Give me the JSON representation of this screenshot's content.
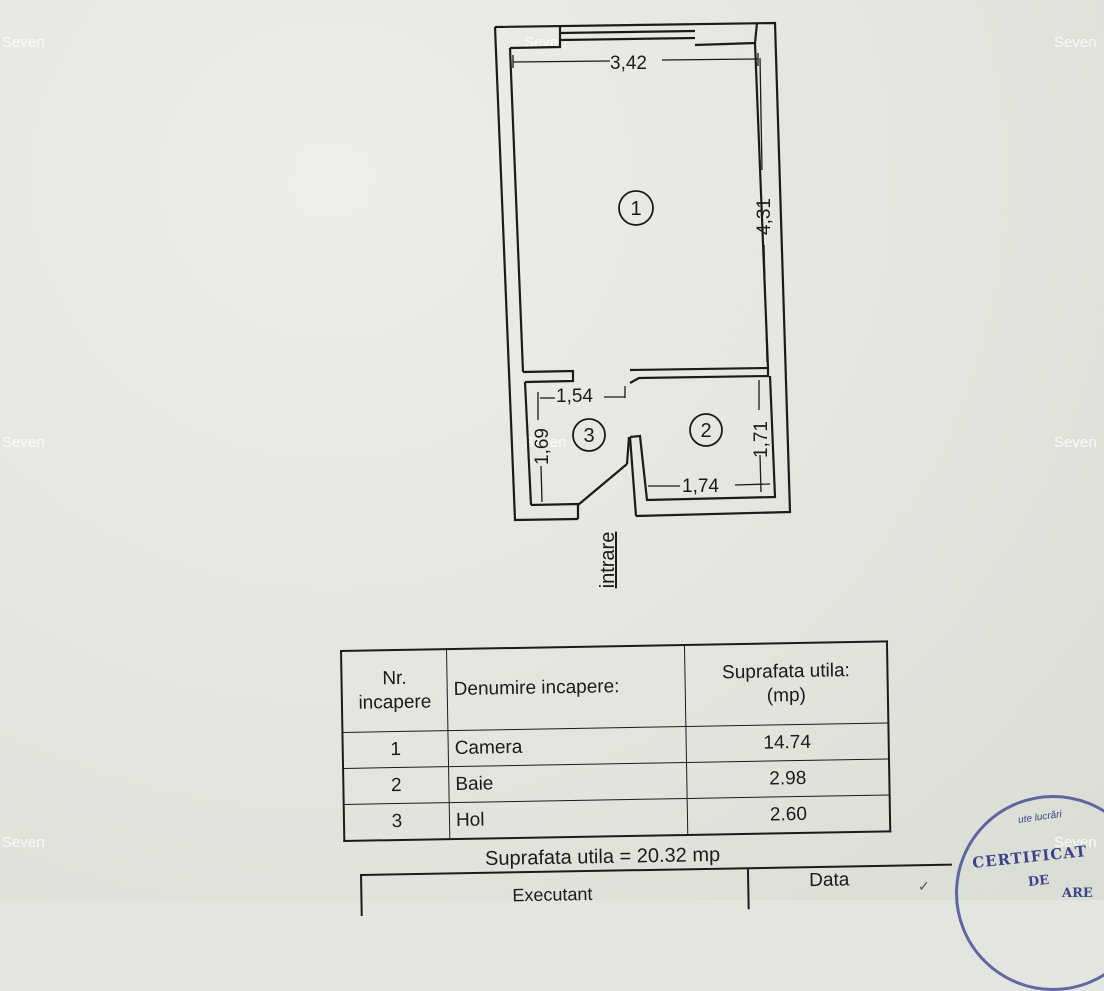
{
  "watermarks": [
    "Seven",
    "Seven",
    "Seven",
    "Seven",
    "Seven",
    "Seven",
    "Seven",
    "Seven"
  ],
  "plan": {
    "dimensions": {
      "room1_width": "3,42",
      "room1_length": "4,31",
      "hall_width": "1,54",
      "hall_length": "1,69",
      "bath_length": "1,71",
      "bath_width": "1,74"
    },
    "room_numbers": [
      "1",
      "2",
      "3"
    ],
    "entrance_label": "intrare"
  },
  "table": {
    "headers": {
      "nr": [
        "Nr.",
        "incapere"
      ],
      "name": "Denumire incapere:",
      "area": [
        "Suprafata utila:",
        "(mp)"
      ]
    },
    "rows": [
      {
        "nr": "1",
        "name": "Camera",
        "area": "14.74"
      },
      {
        "nr": "2",
        "name": "Baie",
        "area": "2.98"
      },
      {
        "nr": "3",
        "name": "Hol",
        "area": "2.60"
      }
    ],
    "total": "Suprafata utila = 20.32 mp"
  },
  "footer": {
    "executant": "Executant",
    "data": "Data"
  },
  "stamp": {
    "top_text": "ute lucrări",
    "line1": "CERTIFICAT",
    "line2": "DE",
    "line3": "ARE",
    "color": "#3d428c"
  }
}
